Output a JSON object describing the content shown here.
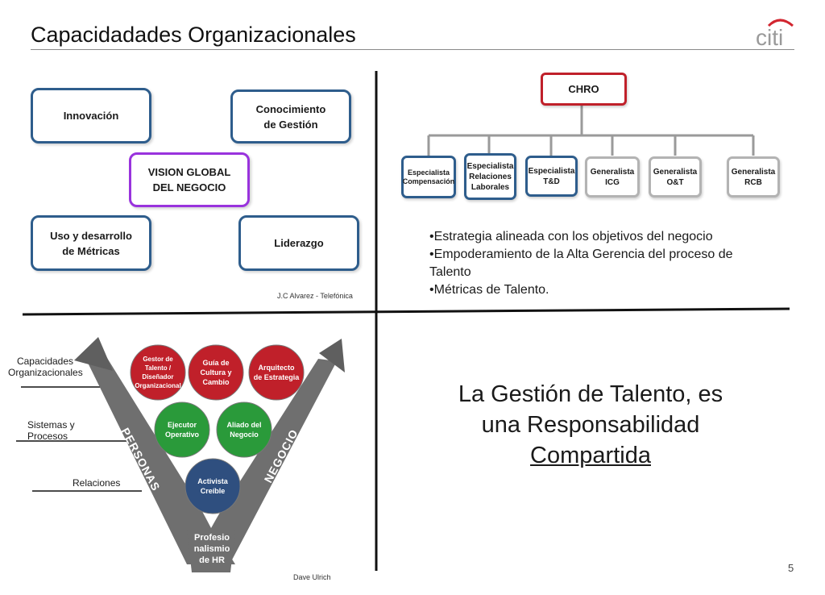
{
  "slide": {
    "title": "Capacidadades Organizacionales",
    "page_number": "5",
    "logo_text": "citi"
  },
  "capabilities": {
    "innovacion": "Innovación",
    "conocimiento": "Conocimiento\nde Gestión",
    "vision": "VISION GLOBAL\nDEL NEGOCIO",
    "metricas": "Uso  y  desarrollo\nde Métricas",
    "liderazgo": "Liderazgo",
    "credit": "J.C Alvarez -  Telefónica"
  },
  "org_chart": {
    "top": "CHRO",
    "children": [
      "Especialista\nCompensación",
      "Especialista\nRelaciones\nLaborales",
      "Especialista\nT&D",
      "Generalista\nICG",
      "Generalista\nO&T",
      "Generalista\nRCB"
    ],
    "bullets": [
      "Estrategia alineada con los objetivos del negocio",
      "Empoderamiento de la Alta Gerencia del proceso de Talento",
      "Métricas de Talento."
    ]
  },
  "v_model": {
    "levels": [
      "Capacidades\nOrganizacionales",
      "Sistemas  y Procesos",
      "Relaciones"
    ],
    "arm_left": "PERSONAS",
    "arm_right": "NEGOCIO",
    "base": "Profesio\nnalismio\nde HR",
    "circles": {
      "gestor": "Gestor de\nTalento /\nDiseñador\nOrganizacional",
      "guia": "Guía de\nCultura y\nCambio",
      "arquitecto": "Arquitecto\nde Estrategia",
      "ejecutor": "Ejecutor\nOperativo",
      "aliado": "Aliado del\nNegocio",
      "activista": "Activista\nCreíble"
    },
    "credit": "Dave Ulrich",
    "colors": {
      "red": "#c0202a",
      "green": "#2a9a3a",
      "blue": "#2f4f7f",
      "arrow": "#6f6f6f"
    }
  },
  "headline": {
    "line1": "La Gestión de Talento, es",
    "line2": "una Responsabilidad",
    "line3": "Compartida"
  }
}
